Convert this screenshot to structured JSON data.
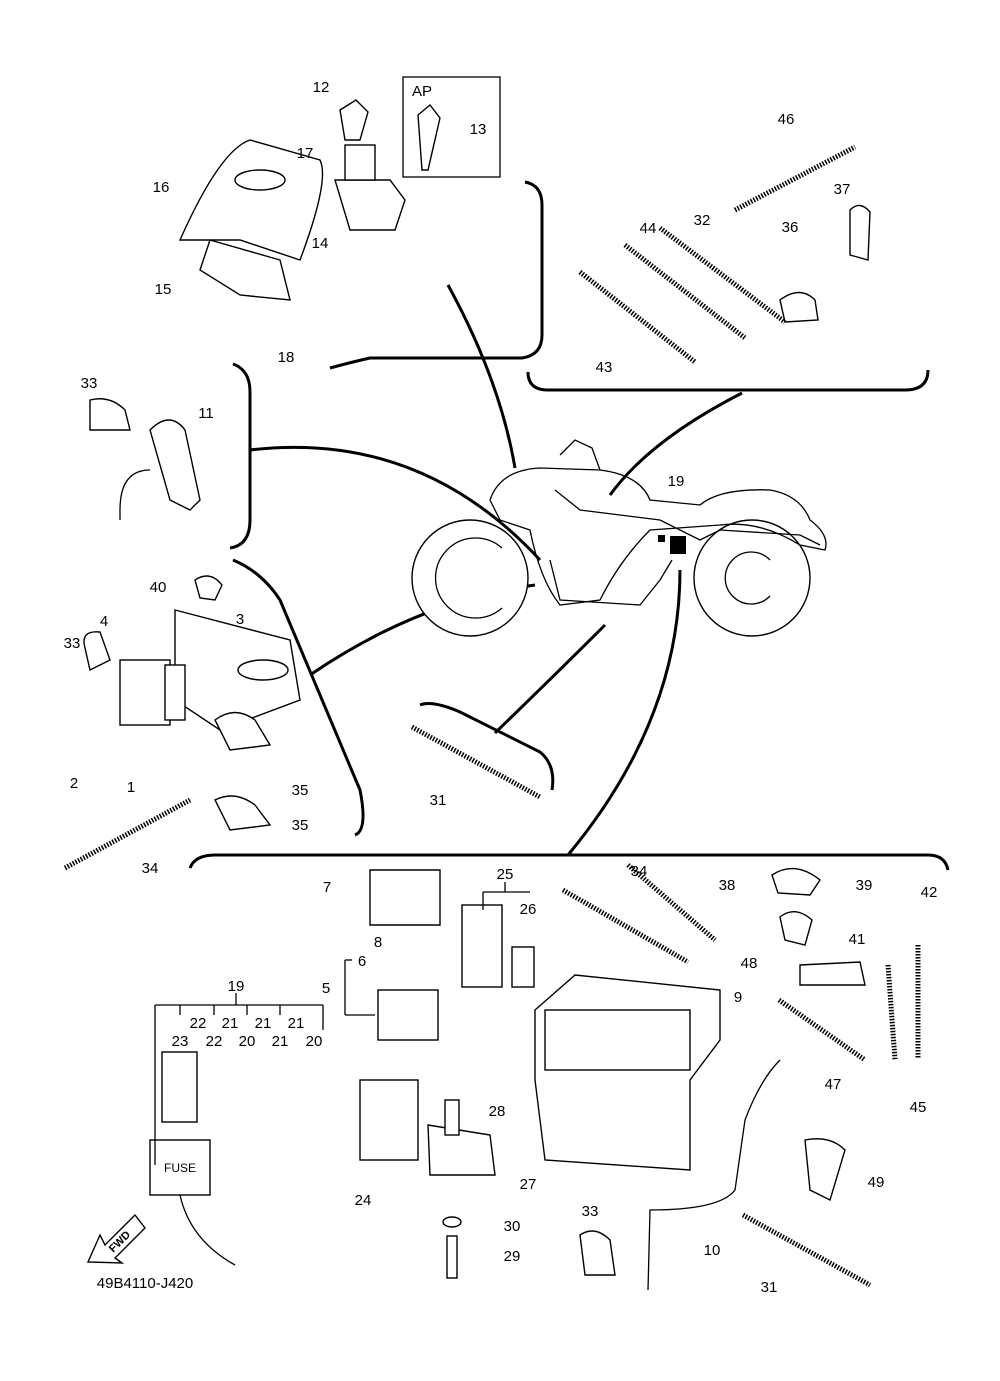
{
  "diagram_code": "49B4110-J420",
  "ap_label": "AP",
  "fuse_label": "FUSE",
  "fwd_label": "FWD",
  "callouts": [
    "12",
    "13",
    "17",
    "16",
    "14",
    "15",
    "18",
    "46",
    "37",
    "32",
    "44",
    "36",
    "43",
    "33",
    "11",
    "19",
    "40",
    "3",
    "4",
    "33",
    "2",
    "1",
    "35",
    "35",
    "31",
    "34",
    "7",
    "25",
    "34",
    "38",
    "39",
    "26",
    "42",
    "8",
    "41",
    "6",
    "48",
    "19",
    "5",
    "9",
    "22",
    "21",
    "21",
    "21",
    "23",
    "22",
    "20",
    "21",
    "20",
    "47",
    "28",
    "45",
    "49",
    "27",
    "24",
    "33",
    "30",
    "10",
    "29",
    "31"
  ]
}
